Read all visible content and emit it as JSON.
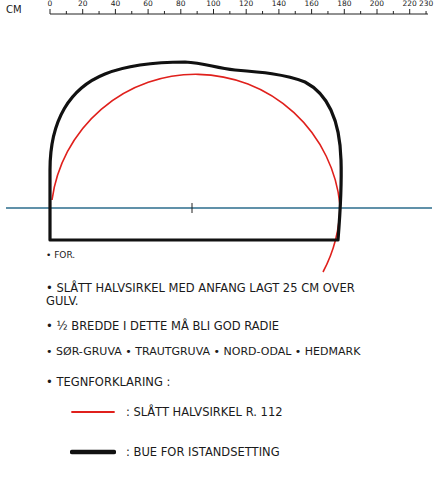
{
  "diagram": {
    "labels": [
      "CM",
      "0",
      "20",
      "40",
      "60",
      "80",
      "100",
      "120",
      "140",
      "160",
      "180",
      "200",
      "220",
      "230",
      "• FOR.",
      "• SLÅTT HALVSIRKEL MED ANFANG LAGT 25 CM OVER GULV.",
      "• ½ BREDDE I DETTE MÅ BLI GOD RADIE",
      "• SØR-GRUVA • TRAUTGRUVA • NORD-ODAL • HEDMARK",
      "• TEGNFORKLARING :"
    ],
    "legend": [
      {
        "text": ": SLÅTT HALVSIRKEL R. 112"
      },
      {
        "text": ": BUE FOR ISTANDSETTING"
      }
    ]
  }
}
